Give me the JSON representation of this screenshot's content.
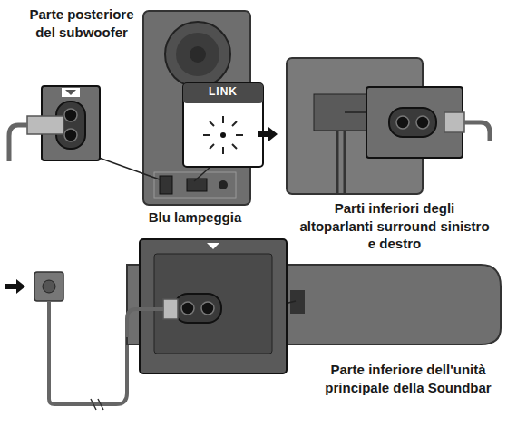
{
  "diagram": {
    "labels": [
      "Parte posteriore del subwoofer",
      "LINK",
      "Blu lampeggia",
      "Parti inferiori degli altoparlanti surround sinistro e destro",
      "Parte inferiore dell'unità principale della Soundbar"
    ]
  }
}
